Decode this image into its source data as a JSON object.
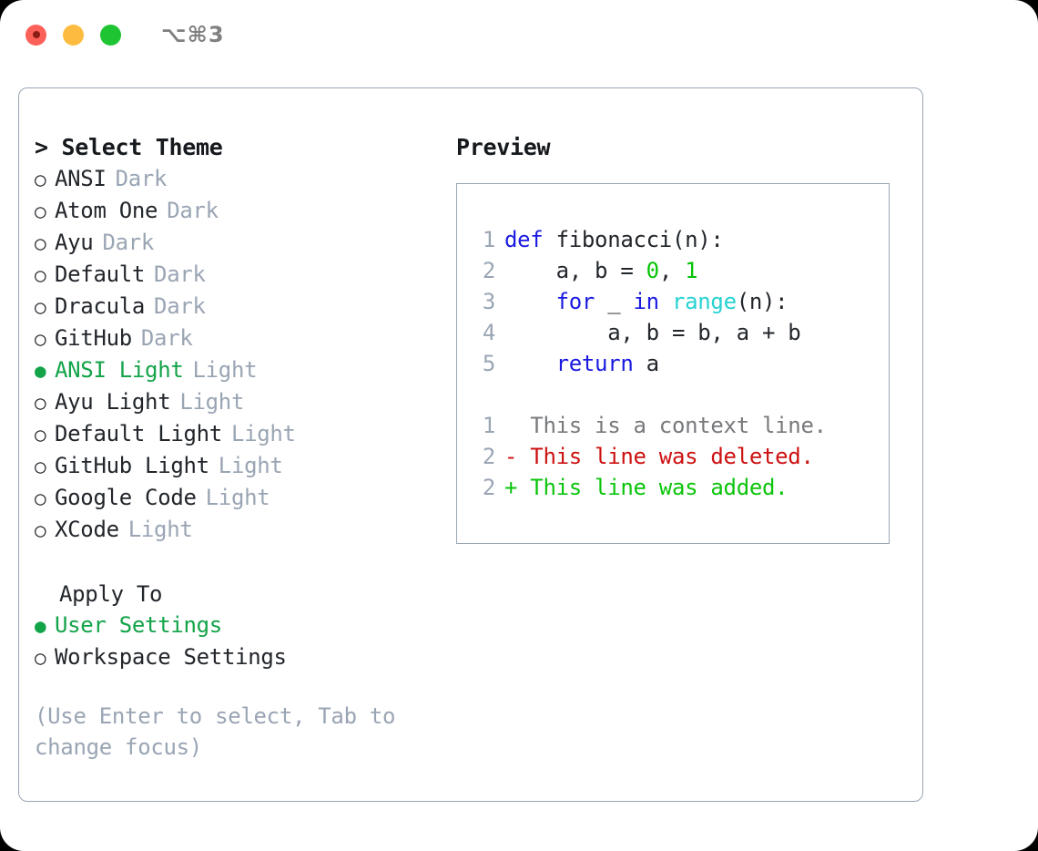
{
  "titlebar": {
    "shortcut": "⌥⌘3",
    "buttons": {
      "close": "close",
      "minimize": "minimize",
      "maximize": "maximize"
    }
  },
  "theme_selector": {
    "heading": "> Select Theme",
    "bullet_selected": "●",
    "bullet_unselected": "○",
    "items": [
      {
        "name": "ANSI",
        "tag": "Dark",
        "selected": false
      },
      {
        "name": "Atom One",
        "tag": "Dark",
        "selected": false
      },
      {
        "name": "Ayu",
        "tag": "Dark",
        "selected": false
      },
      {
        "name": "Default",
        "tag": "Dark",
        "selected": false
      },
      {
        "name": "Dracula",
        "tag": "Dark",
        "selected": false
      },
      {
        "name": "GitHub",
        "tag": "Dark",
        "selected": false
      },
      {
        "name": "ANSI Light",
        "tag": "Light",
        "selected": true
      },
      {
        "name": "Ayu Light",
        "tag": "Light",
        "selected": false
      },
      {
        "name": "Default Light",
        "tag": "Light",
        "selected": false
      },
      {
        "name": "GitHub Light",
        "tag": "Light",
        "selected": false
      },
      {
        "name": "Google Code",
        "tag": "Light",
        "selected": false
      },
      {
        "name": "XCode",
        "tag": "Light",
        "selected": false
      }
    ]
  },
  "apply_to": {
    "heading": "Apply To",
    "items": [
      {
        "name": "User Settings",
        "selected": true
      },
      {
        "name": "Workspace Settings",
        "selected": false
      }
    ]
  },
  "hint": "(Use Enter to select, Tab to change focus)",
  "preview": {
    "heading": "Preview",
    "code_lines": [
      {
        "n": "1",
        "tokens": [
          {
            "t": "def",
            "c": "kw"
          },
          {
            "t": " fibonacci(n):",
            "c": "txt"
          }
        ]
      },
      {
        "n": "2",
        "tokens": [
          {
            "t": "    a, b = ",
            "c": "txt"
          },
          {
            "t": "0",
            "c": "num"
          },
          {
            "t": ", ",
            "c": "txt"
          },
          {
            "t": "1",
            "c": "num"
          }
        ]
      },
      {
        "n": "3",
        "tokens": [
          {
            "t": "    ",
            "c": "txt"
          },
          {
            "t": "for",
            "c": "kw"
          },
          {
            "t": " _ ",
            "c": "txt"
          },
          {
            "t": "in",
            "c": "kw"
          },
          {
            "t": " ",
            "c": "txt"
          },
          {
            "t": "range",
            "c": "fn"
          },
          {
            "t": "(n):",
            "c": "txt"
          }
        ]
      },
      {
        "n": "4",
        "tokens": [
          {
            "t": "        a, b = b, a + b",
            "c": "txt"
          }
        ]
      },
      {
        "n": "5",
        "tokens": [
          {
            "t": "    ",
            "c": "txt"
          },
          {
            "t": "return",
            "c": "kw"
          },
          {
            "t": " a",
            "c": "txt"
          }
        ]
      }
    ],
    "diff_lines": [
      {
        "n": "1",
        "marker": " ",
        "text": " This is a context line.",
        "c": "ctx"
      },
      {
        "n": "2",
        "marker": "-",
        "text": " This line was deleted.",
        "c": "del"
      },
      {
        "n": "2",
        "marker": "+",
        "text": " This line was added.",
        "c": "add"
      }
    ]
  },
  "colors": {
    "accent_green": "#13a349",
    "muted_blue_gray": "#9aa5b4",
    "keyword_blue": "#1a1ae0",
    "function_cyan": "#28d2d2",
    "number_green": "#06c406",
    "diff_add": "#0cc40c",
    "diff_del": "#cc1111",
    "text": "#22262b",
    "background": "#ffffff"
  }
}
